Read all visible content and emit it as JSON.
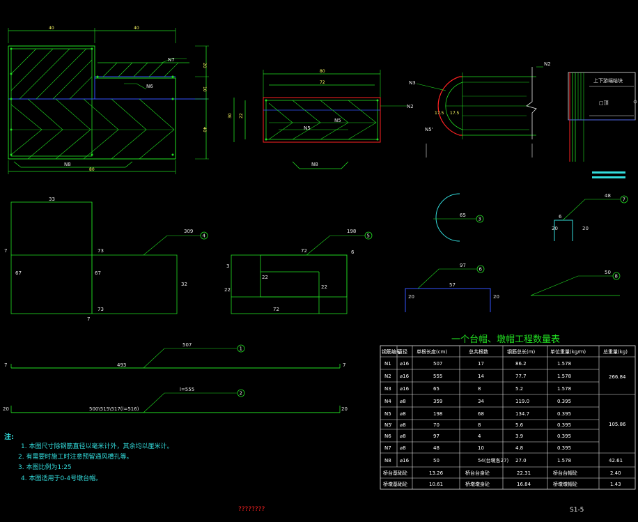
{
  "colors": {
    "green": "#22e022",
    "cyan": "#33dddd",
    "white": "#e8e8e8",
    "red": "#ff2222",
    "blue": "#3355ff",
    "yellow": "#ffff66",
    "bg": "#000000"
  },
  "plan": {
    "top_dims": [
      "40",
      "40"
    ],
    "bottom_dim": "80",
    "right_dims": [
      "20",
      "10",
      "40"
    ],
    "labels": {
      "n7": "N7",
      "n6": "N6",
      "n8": "N8"
    }
  },
  "section": {
    "top_dims": [
      "80",
      "72"
    ],
    "left_dims": [
      "30",
      "22"
    ],
    "labels": {
      "n5": "N5",
      "n5b": "N5",
      "n8": "N8",
      "n2": "N2"
    }
  },
  "detail": {
    "labels": {
      "n3": "N3",
      "n2": "N2",
      "n5p": "N5'",
      "n2b": "N2",
      "d1": "17.5",
      "d2": "17.5"
    }
  },
  "sidebox": {
    "label1": "上下游端结块",
    "label2": "□顶"
  },
  "shapes": {
    "s4": {
      "d1": "33",
      "d2": "7",
      "d3": "73",
      "d4": "67",
      "d5": "67",
      "d6": "73",
      "d7": "7",
      "d8": "32",
      "lead": "309",
      "num": "4"
    },
    "s5": {
      "d1": "3",
      "d2": "72",
      "d3": "6",
      "d4": "22",
      "d5": "22",
      "d6": "22",
      "d7": "72",
      "lead": "198",
      "num": "5"
    },
    "s3": {
      "d1": "65",
      "num": "3"
    },
    "s7": {
      "d1": "48",
      "d2": "6",
      "d3": "20",
      "d4": "20",
      "num": "7"
    },
    "s6": {
      "d1": "97",
      "d2": "57",
      "d3": "20",
      "d4": "20",
      "num": "6"
    },
    "s8": {
      "d1": "50",
      "num": "8"
    },
    "s1": {
      "d1": "507",
      "d2": "7",
      "d3": "493",
      "d4": "7",
      "num": "1"
    },
    "s2": {
      "d1": "l=555",
      "d2": "20",
      "d3": "500\\515\\517(l=516)",
      "d4": "20",
      "num": "2"
    }
  },
  "table": {
    "title": "一个台帽、墩帽工程数量表",
    "headers": [
      "钢筋编号",
      "直径",
      "单根长度(cm)",
      "总共根数",
      "钢筋总长(m)",
      "单位重量(kg/m)",
      "总重量(kg)"
    ],
    "rows": [
      [
        "N1",
        "⌀16",
        "507",
        "17",
        "86.2",
        "1.578"
      ],
      [
        "N2",
        "⌀16",
        "555",
        "14",
        "77.7",
        "1.578"
      ],
      [
        "N3",
        "⌀16",
        "65",
        "8",
        "5.2",
        "1.578"
      ],
      [
        "N4",
        "⌀8",
        "359",
        "34",
        "119.0",
        "0.395"
      ],
      [
        "N5",
        "⌀8",
        "198",
        "68",
        "134.7",
        "0.395"
      ],
      [
        "N5'",
        "⌀8",
        "70",
        "8",
        "5.6",
        "0.395"
      ],
      [
        "N6",
        "⌀8",
        "97",
        "4",
        "3.9",
        "0.395"
      ],
      [
        "N7",
        "⌀8",
        "48",
        "10",
        "4.8",
        "0.395"
      ],
      [
        "N8",
        "⌀16",
        "50",
        "54(台墩各27)",
        "27.0",
        "1.578"
      ]
    ],
    "group_totals": [
      "266.84",
      "105.86",
      "42.61"
    ],
    "bottom_rows": [
      [
        "桥台基础砼",
        "13.26",
        "桥台台身砼",
        "22.31",
        "桥台台帽砼",
        "2.40"
      ],
      [
        "桥墩基础砼",
        "10.61",
        "桥墩墩身砼",
        "16.84",
        "桥墩墩帽砼",
        "1.43"
      ]
    ]
  },
  "notes": {
    "head": "注:",
    "items": [
      "1. 本图尺寸除钢筋直径以毫米计外，其余均以厘米计。",
      "2. 有需要时施工时注意预留通风槽孔等。",
      "3. 本图比例为1:25",
      "4. 本图适用于0-4号墩台帽。"
    ]
  },
  "footer": {
    "code": "S1-5",
    "red_text": "????????"
  }
}
